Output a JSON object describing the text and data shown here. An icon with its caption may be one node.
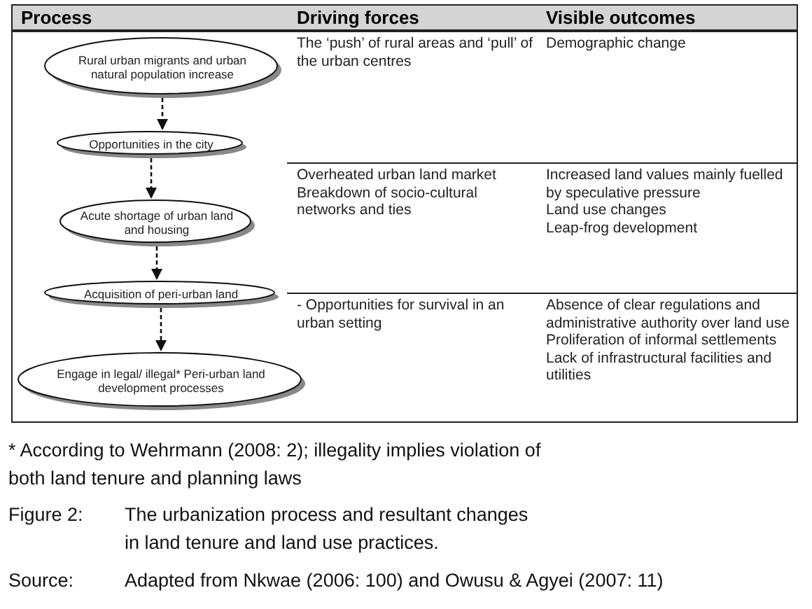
{
  "diagram": {
    "caption": "The urbanization process and resultant changes in land tenure and land use practices.",
    "nodes": [
      {
        "text": [
          "Rural urban migrants and urban natural population increase"
        ]
      },
      {
        "text": [
          "Opportunities in the city"
        ]
      },
      {
        "text": [
          "Acute shortage of urban land and housing"
        ]
      },
      {
        "text": [
          "Acquisition of peri-urban land"
        ]
      },
      {
        "text": [
          "Engage in legal/ illegal* Peri-urban land development processes"
        ]
      }
    ],
    "edges": [
      {
        "from": 0,
        "to": 1,
        "arrow": "to",
        "style": "dashed"
      },
      {
        "from": 1,
        "to": 2,
        "arrow": "to",
        "style": "dashed"
      },
      {
        "from": 2,
        "to": 3,
        "arrow": "to",
        "style": "dashed"
      },
      {
        "from": 3,
        "to": 4,
        "arrow": "to",
        "style": "dashed"
      }
    ],
    "labels": [
      "Process",
      "Driving forces",
      "Visible outcomes",
      "The ‘push’ of rural areas and ‘pull’ of the urban centres",
      "Demographic change",
      "Overheated urban land market",
      "Breakdown of socio-cultural networks and ties",
      "Increased land values mainly fuelled by speculative pressure",
      "Land use changes",
      "Leap-frog development",
      "- Opportunities for survival in an urban setting",
      "Absence of clear regulations and administrative authority over land use",
      "Proliferation of informal settlements",
      "Lack of infrastructural facilities and utilities",
      "* According to Wehrmann (2008: 2); illegality implies violation of both land tenure and planning laws",
      "Figure 2:",
      "Source:",
      "Adapted from Nkwae (2006: 100) and Owusu & Agyei (2007: 11)"
    ]
  }
}
